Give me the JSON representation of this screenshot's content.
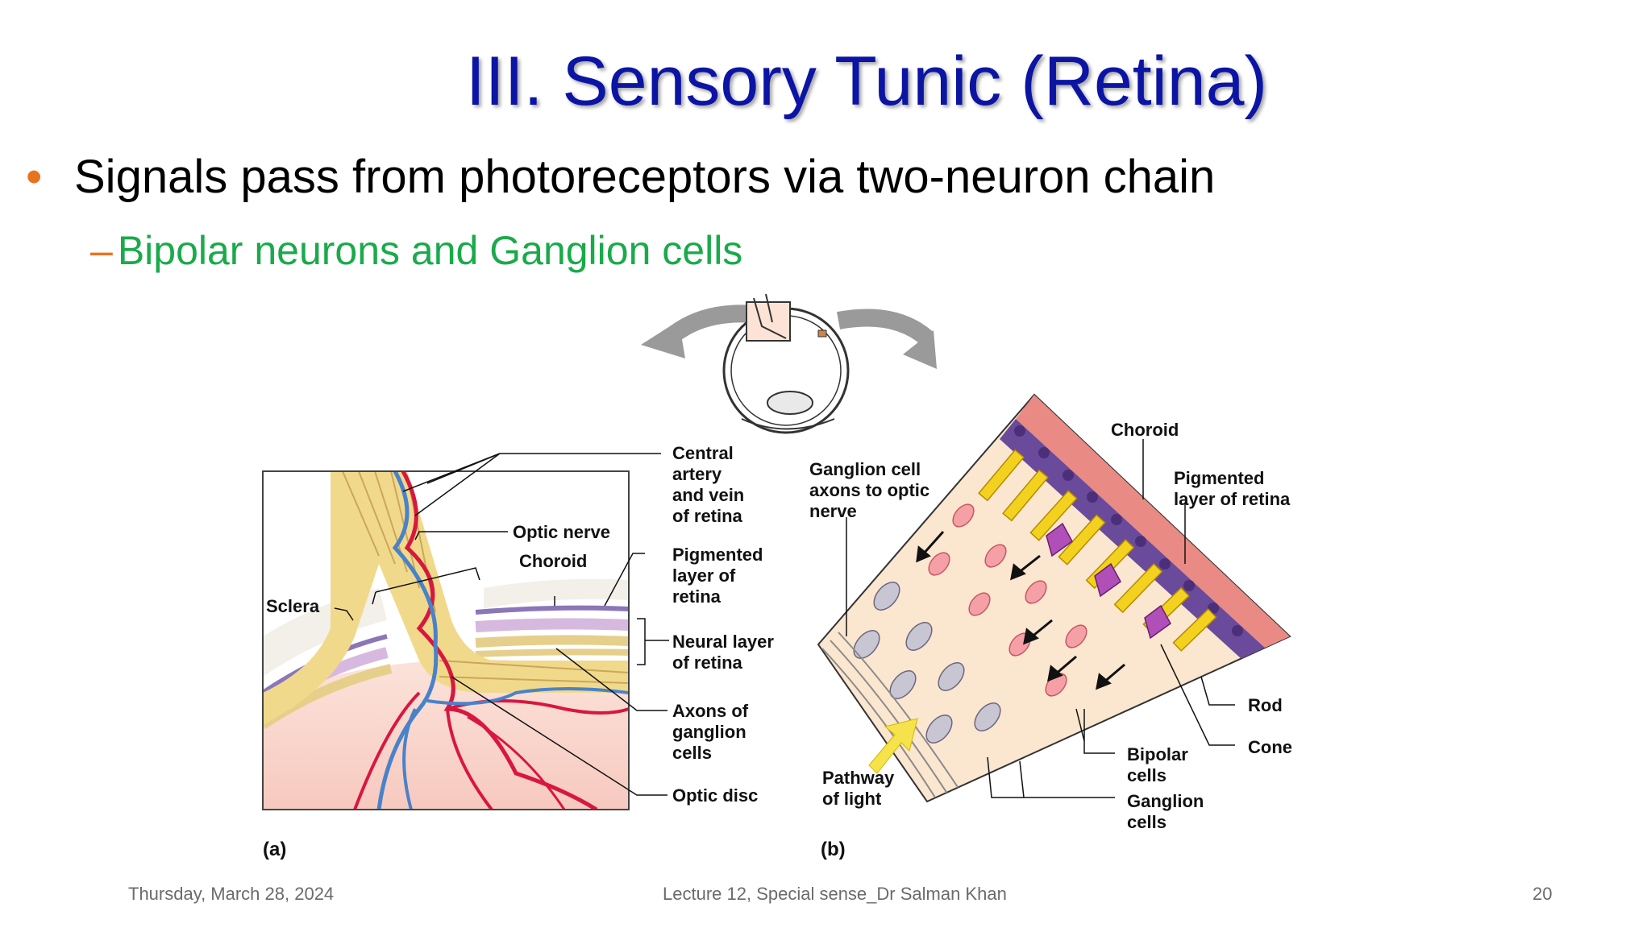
{
  "slide": {
    "title": "III. Sensory Tunic (Retina)",
    "bullet": "Signals pass from photoreceptors via two-neuron chain",
    "bullet_marker": "•",
    "sub_bullet": "Bipolar neurons and Ganglion cells",
    "sub_marker": "–"
  },
  "figure": {
    "panel_a": {
      "tag": "(a)",
      "labels": {
        "central_artery": [
          "Central",
          "artery",
          "and vein",
          "of retina"
        ],
        "optic_nerve": "Optic nerve",
        "choroid": "Choroid",
        "sclera": "Sclera",
        "pigmented": [
          "Pigmented",
          "layer of",
          "retina"
        ],
        "neural": [
          "Neural layer",
          "of retina"
        ],
        "axons": [
          "Axons of",
          "ganglion",
          "cells"
        ],
        "optic_disc": "Optic disc"
      }
    },
    "panel_b": {
      "tag": "(b)",
      "labels": {
        "ganglion_axons": [
          "Ganglion cell",
          "axons to optic",
          "nerve"
        ],
        "choroid": "Choroid",
        "pigmented": [
          "Pigmented",
          "layer of retina"
        ],
        "rod": "Rod",
        "cone": "Cone",
        "bipolar": [
          "Bipolar",
          "cells"
        ],
        "ganglion": [
          "Ganglion",
          "cells"
        ],
        "pathway": [
          "Pathway",
          "of light"
        ]
      }
    }
  },
  "footer": {
    "date": "Thursday, March 28, 2024",
    "lecture": "Lecture 12, Special sense_Dr Salman Khan",
    "page": "20"
  },
  "colors": {
    "title": "#0b14a3",
    "bullet_marker": "#e8731e",
    "sub_bullet": "#1aaa4b"
  }
}
